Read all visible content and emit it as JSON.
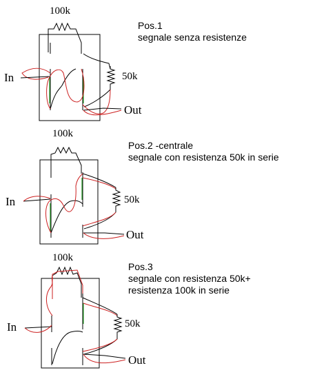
{
  "colors": {
    "ink": "#000000",
    "wire_red": "#cc1f1f",
    "wire_green": "#2aa02a",
    "background": "#ffffff"
  },
  "positions": [
    {
      "title": "Pos.1",
      "description": [
        "segnale senza resistenze"
      ],
      "resistor_top": "100k",
      "resistor_side": "50k",
      "label_in": "In",
      "label_out": "Out"
    },
    {
      "title": "Pos.2 -centrale",
      "description": [
        "segnale con resistenza 50k in serie"
      ],
      "resistor_top": "100k",
      "resistor_side": "50k",
      "label_in": "In",
      "label_out": "Out"
    },
    {
      "title": "Pos.3",
      "description": [
        "segnale con resistenza 50k+",
        "resistenza 100k in serie"
      ],
      "resistor_top": "100k",
      "resistor_side": "50k",
      "label_in": "In",
      "label_out": "Out"
    }
  ]
}
